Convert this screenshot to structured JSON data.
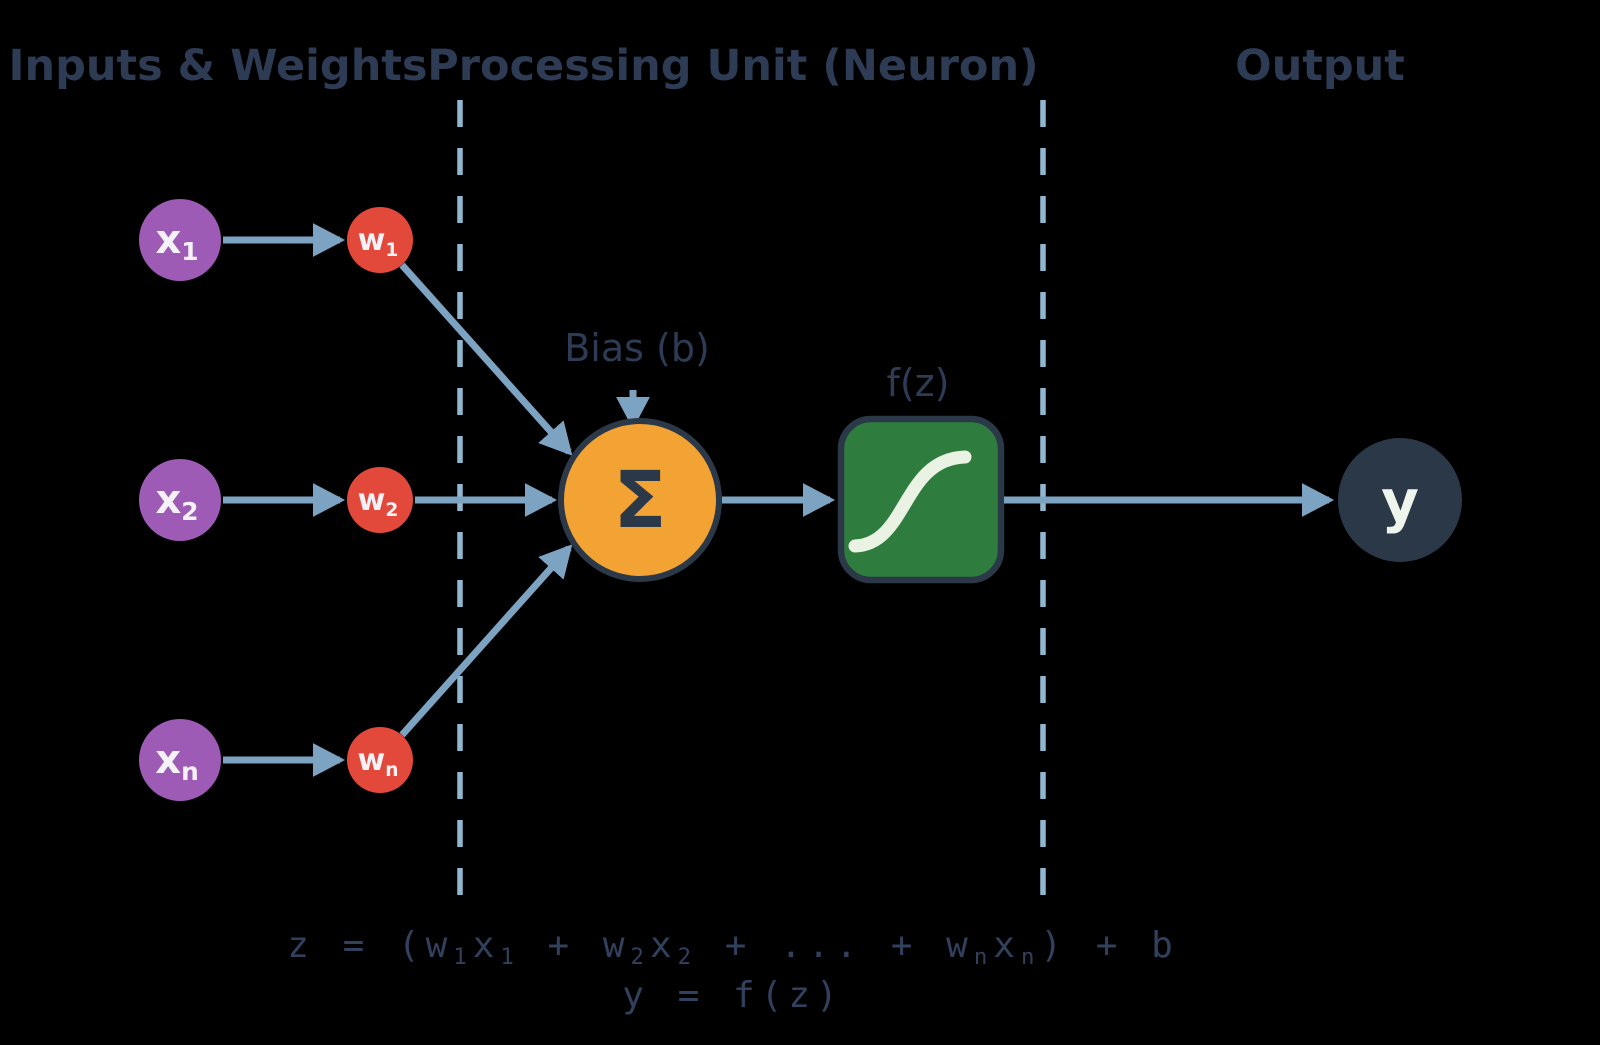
{
  "colors": {
    "background": "#000000",
    "navy": "#2b3848",
    "title_text": "#2d3b54",
    "equation_text": "#31405c",
    "connector": "#7ca3c2",
    "dash_line": "#8fb8d0",
    "input_node": "#9d5bb5",
    "weight_node": "#e2493b",
    "sum_node": "#f2a333",
    "activation_box": "#2e7d3e",
    "activation_curve": "#eaf2e4",
    "node_label": "#f4f1f7",
    "output_label": "#eef5ec"
  },
  "sections": {
    "inputs_title": "Inputs & Weights",
    "processing_title": "Processing Unit (Neuron)",
    "output_title": "Output"
  },
  "nodes": {
    "inputs": [
      {
        "label": [
          {
            "t": "x"
          },
          {
            "t": "1",
            "sub": true
          }
        ]
      },
      {
        "label": [
          {
            "t": "x"
          },
          {
            "t": "2",
            "sub": true
          }
        ]
      },
      {
        "label": [
          {
            "t": "x"
          },
          {
            "t": "n",
            "sub": true
          }
        ]
      }
    ],
    "weights": [
      {
        "label": [
          {
            "t": "w"
          },
          {
            "t": "1",
            "sub": true
          }
        ]
      },
      {
        "label": [
          {
            "t": "w"
          },
          {
            "t": "2",
            "sub": true
          }
        ]
      },
      {
        "label": [
          {
            "t": "w"
          },
          {
            "t": "n",
            "sub": true
          }
        ]
      }
    ],
    "sum_symbol": "Σ",
    "bias_label": "Bias (b)",
    "activation_label": "f(z)",
    "output_label": "y"
  },
  "equations": {
    "line1": [
      {
        "t": "z = (w"
      },
      {
        "t": "1",
        "sub": true
      },
      {
        "t": "x"
      },
      {
        "t": "1",
        "sub": true
      },
      {
        "t": " + w"
      },
      {
        "t": "2",
        "sub": true
      },
      {
        "t": "x"
      },
      {
        "t": "2",
        "sub": true
      },
      {
        "t": " + ... + w"
      },
      {
        "t": "n",
        "sub": true
      },
      {
        "t": "x"
      },
      {
        "t": "n",
        "sub": true
      },
      {
        "t": ") + b"
      }
    ],
    "line2": "y = f(z)"
  }
}
